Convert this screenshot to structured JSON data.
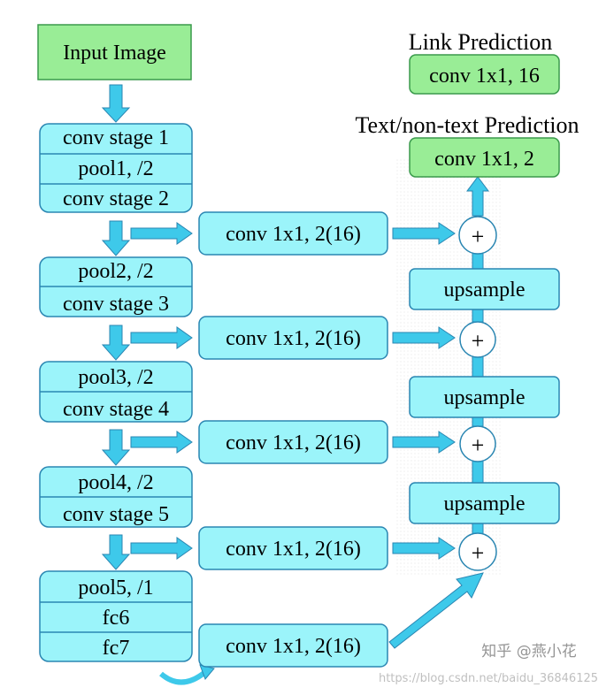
{
  "input": {
    "label": "Input Image"
  },
  "backbone": {
    "block1": {
      "rows": [
        "conv stage 1",
        "pool1, /2",
        "conv stage 2"
      ]
    },
    "block2": {
      "rows": [
        "pool2, /2",
        "conv stage 3"
      ]
    },
    "block3": {
      "rows": [
        "pool3, /2",
        "conv stage 4"
      ]
    },
    "block4": {
      "rows": [
        "pool4, /2",
        "conv stage 5"
      ]
    },
    "block5": {
      "rows": [
        "pool5, /1",
        "fc6",
        "fc7"
      ]
    }
  },
  "side_convs": [
    "conv 1x1, 2(16)",
    "conv 1x1, 2(16)",
    "conv 1x1, 2(16)",
    "conv 1x1, 2(16)",
    "conv 1x1, 2(16)"
  ],
  "upsample_label": "upsample",
  "plus_symbol": "+",
  "outputs": {
    "link": {
      "title": "Link Prediction",
      "conv": "conv 1x1, 16"
    },
    "text": {
      "title": "Text/non-text Prediction",
      "conv": "conv 1x1, 2"
    }
  },
  "watermark": {
    "author": "知乎 @燕小花",
    "url": "https://blog.csdn.net/baidu_36846125"
  },
  "colors": {
    "cyan_fill": "#9BF4FA",
    "green_fill": "#99ED96",
    "arrow_fill": "#3EC9EA",
    "stroke": "#2A86B2",
    "green_stroke": "#3A9A4C"
  }
}
